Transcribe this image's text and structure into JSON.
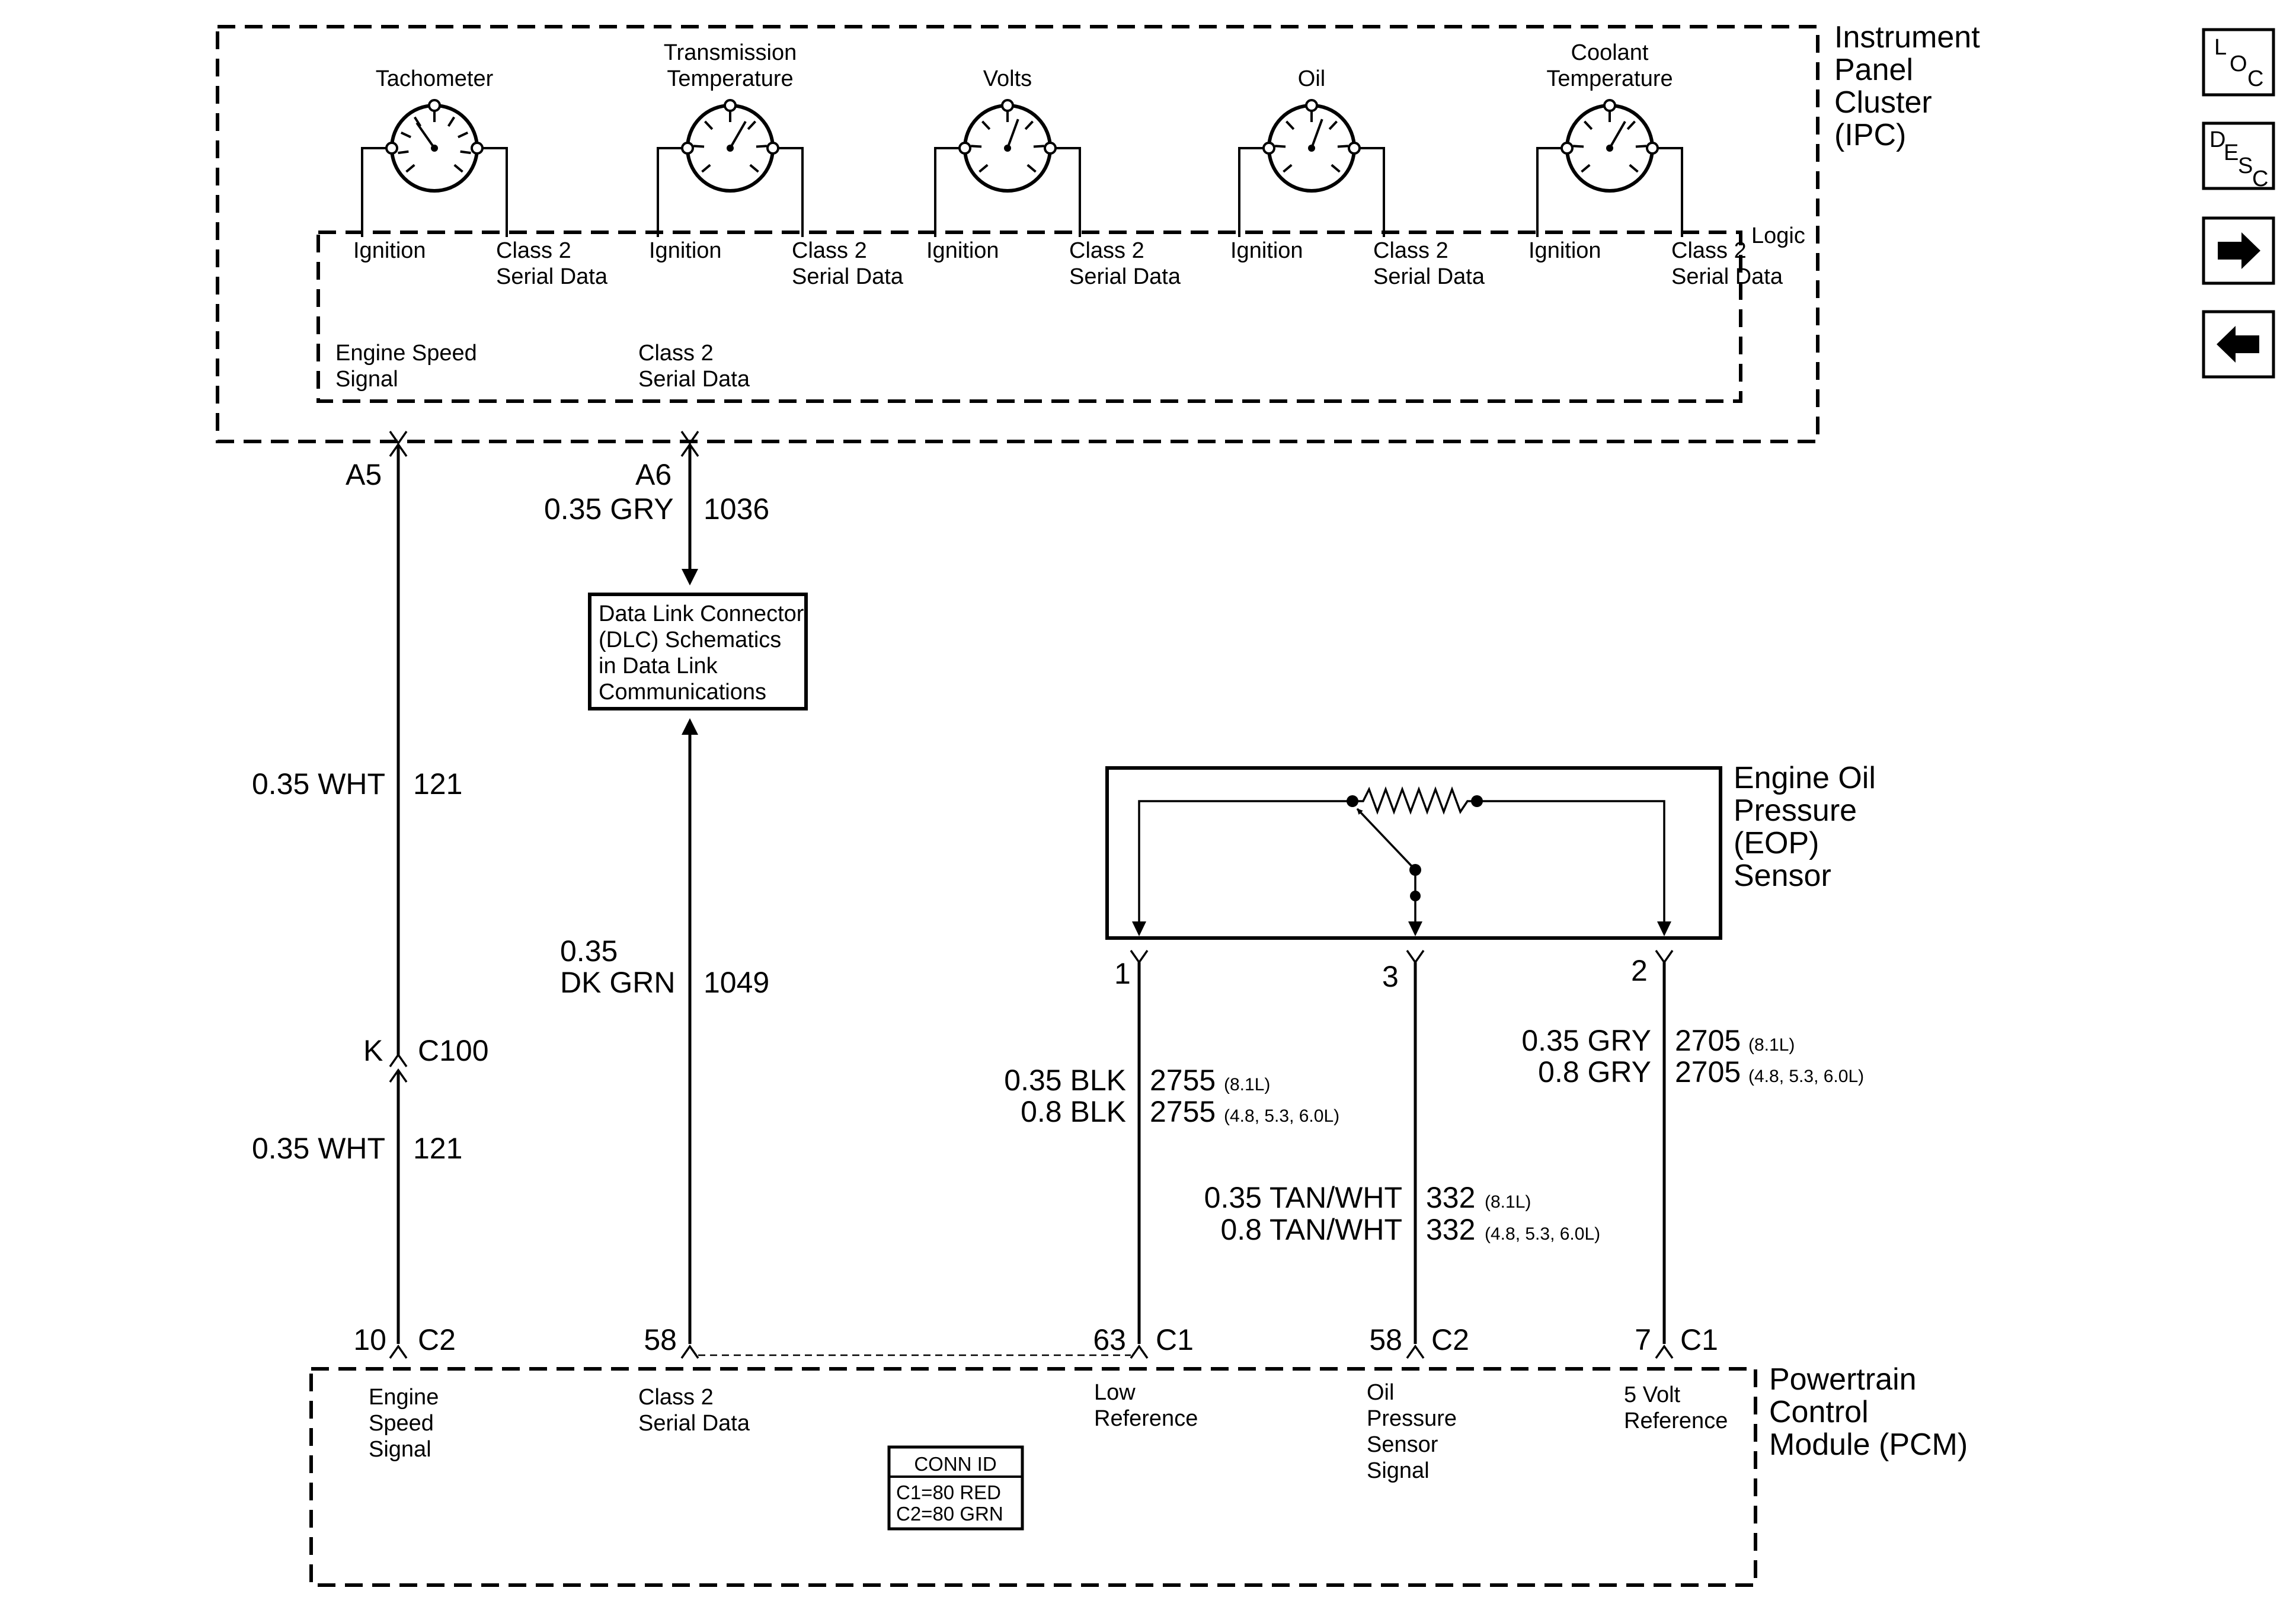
{
  "ipc": {
    "title_lines": [
      "Instrument",
      "Panel",
      "Cluster",
      "(IPC)"
    ],
    "logic_label": "Logic",
    "gauges": [
      {
        "name_lines": [
          "Tachometer"
        ],
        "left_label": "Ignition",
        "right_label_lines": [
          "Class 2",
          "Serial Data"
        ]
      },
      {
        "name_lines": [
          "Transmission",
          "Temperature"
        ],
        "left_label": "Ignition",
        "right_label_lines": [
          "Class 2",
          "Serial Data"
        ]
      },
      {
        "name_lines": [
          "Volts"
        ],
        "left_label": "Ignition",
        "right_label_lines": [
          "Class 2",
          "Serial Data"
        ]
      },
      {
        "name_lines": [
          "Oil"
        ],
        "left_label": "Ignition",
        "right_label_lines": [
          "Class 2",
          "Serial Data"
        ]
      },
      {
        "name_lines": [
          "Coolant",
          "Temperature"
        ],
        "left_label": "Ignition",
        "right_label_lines": [
          "Class 2",
          "Serial Data"
        ]
      }
    ],
    "outputs": [
      {
        "label_lines": [
          "Engine Speed",
          "Signal"
        ],
        "pin": "A5"
      },
      {
        "label_lines": [
          "Class 2",
          "Serial Data"
        ],
        "pin": "A6"
      }
    ]
  },
  "wires": {
    "a6": {
      "size": "0.35 GRY",
      "circuit": "1036"
    },
    "speed_upper": {
      "size": "0.35 WHT",
      "circuit": "121"
    },
    "speed_lower": {
      "size": "0.35 WHT",
      "circuit": "121"
    },
    "class2": {
      "size_lines": [
        "0.35",
        "DK GRN"
      ],
      "circuit": "1049"
    },
    "c100": {
      "pin": "K",
      "connector": "C100"
    },
    "low_ref": [
      {
        "size": "0.35 BLK",
        "circuit": "2755",
        "note": "(8.1L)"
      },
      {
        "size": "0.8 BLK",
        "circuit": "2755",
        "note": "(4.8, 5.3, 6.0L)"
      }
    ],
    "signal": [
      {
        "size": "0.35 TAN/WHT",
        "circuit": "332",
        "note": "(8.1L)"
      },
      {
        "size": "0.8 TAN/WHT",
        "circuit": "332",
        "note": "(4.8, 5.3, 6.0L)"
      }
    ],
    "five_volt": [
      {
        "size": "0.35 GRY",
        "circuit": "2705",
        "note": "(8.1L)"
      },
      {
        "size": "0.8 GRY",
        "circuit": "2705",
        "note": "(4.8, 5.3, 6.0L)"
      }
    ]
  },
  "dlc": {
    "text_lines": [
      "Data Link Connector",
      "(DLC) Schematics",
      "in Data Link",
      "Communications"
    ]
  },
  "eop": {
    "title_lines": [
      "Engine Oil",
      "Pressure",
      "(EOP)",
      "Sensor"
    ],
    "pins": [
      "1",
      "3",
      "2"
    ]
  },
  "pcm": {
    "title_lines": [
      "Powertrain",
      "Control",
      "Module (PCM)"
    ],
    "pins": [
      {
        "pin": "10",
        "connector": "C2",
        "label_lines": [
          "Engine",
          "Speed",
          "Signal"
        ]
      },
      {
        "pin": "58",
        "connector": "",
        "label_lines": [
          "Class 2",
          "Serial Data"
        ]
      },
      {
        "pin": "63",
        "connector": "C1",
        "label_lines": [
          "Low",
          "Reference"
        ]
      },
      {
        "pin": "58",
        "connector": "C2",
        "label_lines": [
          "Oil",
          "Pressure",
          "Sensor",
          "Signal"
        ]
      },
      {
        "pin": "7",
        "connector": "C1",
        "label_lines": [
          "5 Volt",
          "Reference"
        ]
      }
    ],
    "conn_id": {
      "title": "CONN ID",
      "lines": [
        "C1=80 RED",
        "C2=80 GRN"
      ]
    }
  },
  "nav": {
    "loc": {
      "letters": [
        "L",
        "O",
        "C"
      ]
    },
    "desc": {
      "letters": [
        "D",
        "E",
        "S",
        "C"
      ]
    }
  }
}
